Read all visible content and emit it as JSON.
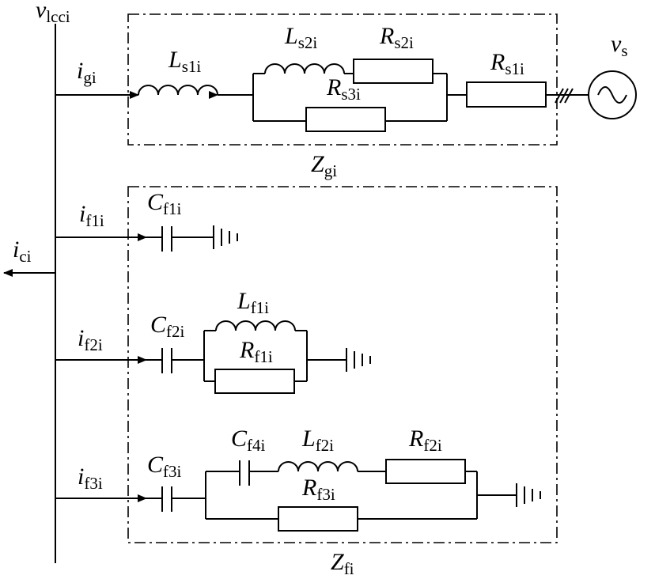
{
  "labels": {
    "v_lcci": {
      "main": "v",
      "sub": "lcci"
    },
    "i_gi": {
      "main": "i",
      "sub": "gi"
    },
    "L_s1i": {
      "main": "L",
      "sub": "s1i"
    },
    "L_s2i": {
      "main": "L",
      "sub": "s2i"
    },
    "R_s2i": {
      "main": "R",
      "sub": "s2i"
    },
    "R_s3i": {
      "main": "R",
      "sub": "s3i"
    },
    "R_s1i": {
      "main": "R",
      "sub": "s1i"
    },
    "v_s": {
      "main": "v",
      "sub": "s"
    },
    "Z_gi": {
      "main": "Z",
      "sub": "gi"
    },
    "i_f1i": {
      "main": "i",
      "sub": "f1i"
    },
    "C_f1i": {
      "main": "C",
      "sub": "f1i"
    },
    "i_ci": {
      "main": "i",
      "sub": "ci"
    },
    "i_f2i": {
      "main": "i",
      "sub": "f2i"
    },
    "C_f2i": {
      "main": "C",
      "sub": "f2i"
    },
    "L_f1i": {
      "main": "L",
      "sub": "f1i"
    },
    "R_f1i": {
      "main": "R",
      "sub": "f1i"
    },
    "i_f3i": {
      "main": "i",
      "sub": "f3i"
    },
    "C_f3i": {
      "main": "C",
      "sub": "f3i"
    },
    "C_f4i": {
      "main": "C",
      "sub": "f4i"
    },
    "L_f2i": {
      "main": "L",
      "sub": "f2i"
    },
    "R_f2i": {
      "main": "R",
      "sub": "f2i"
    },
    "R_f3i": {
      "main": "R",
      "sub": "f3i"
    },
    "Z_fi": {
      "main": "Z",
      "sub": "fi"
    }
  }
}
